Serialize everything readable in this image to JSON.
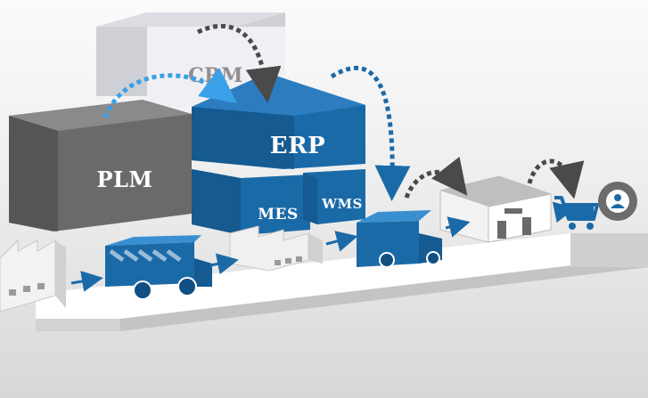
{
  "systems": {
    "crm": "CRM",
    "plm": "PLM",
    "erp": "ERP",
    "mes": "MES",
    "wms": "WMS"
  },
  "colors": {
    "blue": "#1b6aa8",
    "blue_dark": "#114f82",
    "blue_light": "#3a8fd0",
    "grey_box": "#6e6e6e",
    "grey_box_dark": "#4d4d4d",
    "crm_box": "#eaeaf0",
    "arrow_dark": "#4a4a4a",
    "arrow_light": "#3aa0e8"
  },
  "icons": [
    "factory-icon",
    "truck-icon",
    "warehouse-icon",
    "shopping-cart-icon",
    "customer-icon"
  ]
}
